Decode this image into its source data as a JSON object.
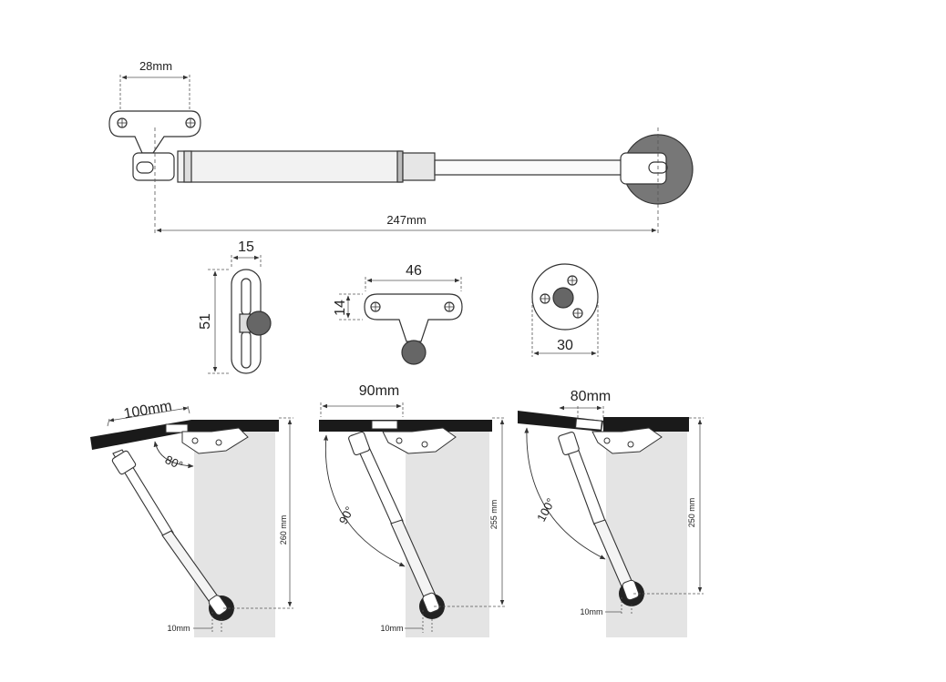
{
  "top_view": {
    "bracket_spacing": "28mm",
    "total_length": "247mm"
  },
  "detail_slot": {
    "width": "15",
    "height": "51"
  },
  "detail_bracket": {
    "width": "46",
    "height": "14"
  },
  "detail_disc": {
    "width": "30"
  },
  "installs": [
    {
      "offset": "100mm",
      "angle": "80°",
      "height": "260 mm",
      "bottom": "10mm"
    },
    {
      "offset": "90mm",
      "angle": "90°",
      "height": "255 mm",
      "bottom": "10mm"
    },
    {
      "offset": "80mm",
      "angle": "100°",
      "height": "250 mm",
      "bottom": "10mm"
    }
  ],
  "colors": {
    "line": "#333333",
    "cabinet": "#e4e4e4",
    "lid": "#1a1a1a",
    "cylinder": "#cfcfcf",
    "ball": "#666666"
  }
}
